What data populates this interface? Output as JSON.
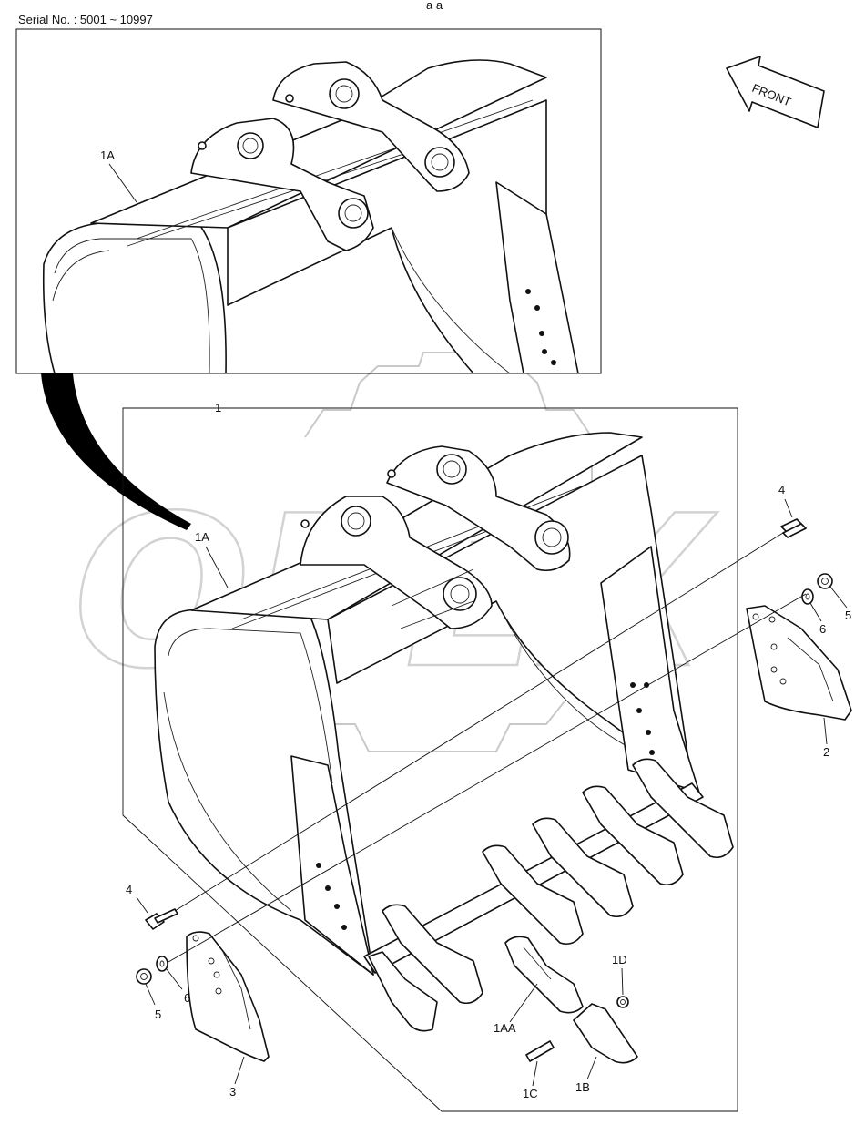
{
  "header": {
    "serial_range": "Serial No. : 5001 ~ 10997",
    "page_mark": "a a"
  },
  "watermark": {
    "text": "OPEX",
    "gear_icon": "gear-icon"
  },
  "front_indicator": {
    "label": "FRONT",
    "icon": "arrow-up-left-icon"
  },
  "callouts": {
    "assembly": "1",
    "bucket_inset": "1A",
    "bucket_main": "1A",
    "tooth_assembly": "1AA",
    "tooth_point": "1B",
    "pin": "1C",
    "retainer": "1D",
    "side_cutter_right": "2",
    "side_cutter_left": "3",
    "bolt_right": "4",
    "bolt_left": "4",
    "nut_right": "5",
    "nut_left": "5",
    "washer_right": "6",
    "washer_left": "6"
  },
  "colors": {
    "line": "#111111",
    "watermark": "#cccccc",
    "background": "#ffffff"
  }
}
